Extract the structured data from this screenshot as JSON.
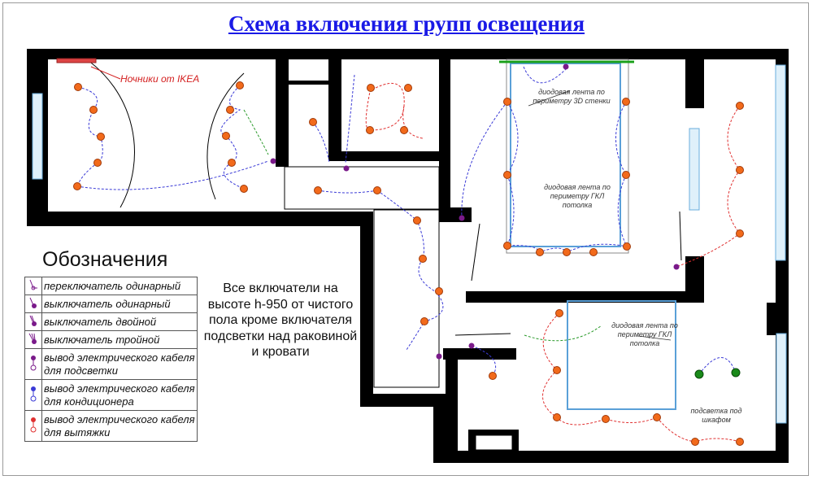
{
  "title": "Схема включения групп освещения",
  "legend": {
    "title": "Обозначения",
    "items": [
      {
        "symbol": "pass-switch-icon",
        "label": "переключатель одинарный"
      },
      {
        "symbol": "single-switch-icon",
        "label": "выключатель одинарный"
      },
      {
        "symbol": "double-switch-icon",
        "label": "выключатель двойной"
      },
      {
        "symbol": "triple-switch-icon",
        "label": "выключатель тройной"
      },
      {
        "symbol": "backlight-outlet-icon",
        "label": "вывод электрического кабеля для подсветки"
      },
      {
        "symbol": "ac-outlet-icon",
        "label": "вывод электрического кабеля для кондиционера"
      },
      {
        "symbol": "hood-outlet-icon",
        "label": "вывод электрического кабеля для вытяжки"
      }
    ]
  },
  "note": "Все включатели на высоте h-950 от чистого пола кроме включателя подсветки над раковиной и кровати",
  "annotations": {
    "ikea": "Ночники от IKEA",
    "led_3d_wall": "диодовая лента по периметру 3D стенки",
    "led_gkl_1": "диодовая лента по периметру ГКЛ потолка",
    "led_gkl_2": "диодовая лента по периметру ГКЛ потолка",
    "wardrobe_light": "подсветка под шкафом"
  },
  "colors": {
    "title": "#1a1ae6",
    "wall": "#000000",
    "fixture": "#f26a1b",
    "wire_red": "#e03030",
    "wire_blue": "#3a3ad6",
    "wire_green": "#2a9a2a",
    "switch": "#7a1a8a",
    "led_strip": "#5aa0d8",
    "green_light": "#1a8a1a"
  }
}
